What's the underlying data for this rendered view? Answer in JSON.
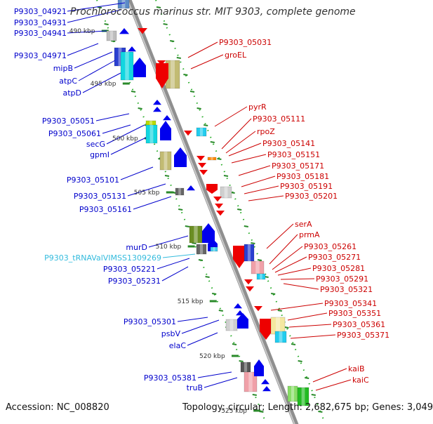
{
  "title": "Prochlorococcus marinus str. MIT 9303, complete genome",
  "footer": {
    "accession": "Accession: NC_008820",
    "summary": "Topology: circular; Length: 2,682,675 bp; Genes: 3,049"
  },
  "scale_labels": [
    "490 kbp",
    "495 kbp",
    "500 kbp",
    "505 kbp",
    "510 kbp",
    "515 kbp",
    "520 kbp",
    "525 kbp"
  ],
  "left_genes": [
    {
      "label": "P9303_04921",
      "color": "#0000cc"
    },
    {
      "label": "P9303_04931",
      "color": "#0000cc"
    },
    {
      "label": "P9303_04941",
      "color": "#0000cc"
    },
    {
      "label": "P9303_04971",
      "color": "#0000cc"
    },
    {
      "label": "mipB",
      "color": "#0000cc"
    },
    {
      "label": "atpC",
      "color": "#0000cc"
    },
    {
      "label": "atpD",
      "color": "#0000cc"
    },
    {
      "label": "P9303_05051",
      "color": "#0000cc"
    },
    {
      "label": "P9303_05061",
      "color": "#0000cc"
    },
    {
      "label": "secG",
      "color": "#0000cc"
    },
    {
      "label": "gpmI",
      "color": "#0000cc"
    },
    {
      "label": "P9303_05101",
      "color": "#0000cc"
    },
    {
      "label": "P9303_05131",
      "color": "#0000cc"
    },
    {
      "label": "P9303_05161",
      "color": "#0000cc"
    },
    {
      "label": "murD",
      "color": "#0000cc"
    },
    {
      "label": "P9303_tRNAValVIMSS1309269",
      "color": "#33bbdd"
    },
    {
      "label": "P9303_05221",
      "color": "#0000cc"
    },
    {
      "label": "P9303_05231",
      "color": "#0000cc"
    },
    {
      "label": "P9303_05301",
      "color": "#0000cc"
    },
    {
      "label": "psbV",
      "color": "#0000cc"
    },
    {
      "label": "elaC",
      "color": "#0000cc"
    },
    {
      "label": "P9303_05381",
      "color": "#0000cc"
    },
    {
      "label": "truB",
      "color": "#0000cc"
    }
  ],
  "right_genes": [
    {
      "label": "P9303_05031",
      "color": "#cc0000"
    },
    {
      "label": "groEL",
      "color": "#cc0000"
    },
    {
      "label": "pyrR",
      "color": "#cc0000"
    },
    {
      "label": "P9303_05111",
      "color": "#cc0000"
    },
    {
      "label": "rpoZ",
      "color": "#cc0000"
    },
    {
      "label": "P9303_05141",
      "color": "#cc0000"
    },
    {
      "label": "P9303_05151",
      "color": "#cc0000"
    },
    {
      "label": "P9303_05171",
      "color": "#cc0000"
    },
    {
      "label": "P9303_05181",
      "color": "#cc0000"
    },
    {
      "label": "P9303_05191",
      "color": "#cc0000"
    },
    {
      "label": "P9303_05201",
      "color": "#cc0000"
    },
    {
      "label": "serA",
      "color": "#cc0000"
    },
    {
      "label": "prmA",
      "color": "#cc0000"
    },
    {
      "label": "P9303_05261",
      "color": "#cc0000"
    },
    {
      "label": "P9303_05271",
      "color": "#cc0000"
    },
    {
      "label": "P9303_05281",
      "color": "#cc0000"
    },
    {
      "label": "P9303_05291",
      "color": "#cc0000"
    },
    {
      "label": "P9303_05321",
      "color": "#cc0000"
    },
    {
      "label": "P9303_05341",
      "color": "#cc0000"
    },
    {
      "label": "P9303_05351",
      "color": "#cc0000"
    },
    {
      "label": "P9303_05361",
      "color": "#cc0000"
    },
    {
      "label": "P9303_05371",
      "color": "#cc0000"
    },
    {
      "label": "kaiB",
      "color": "#cc0000"
    },
    {
      "label": "kaiC",
      "color": "#cc0000"
    }
  ]
}
